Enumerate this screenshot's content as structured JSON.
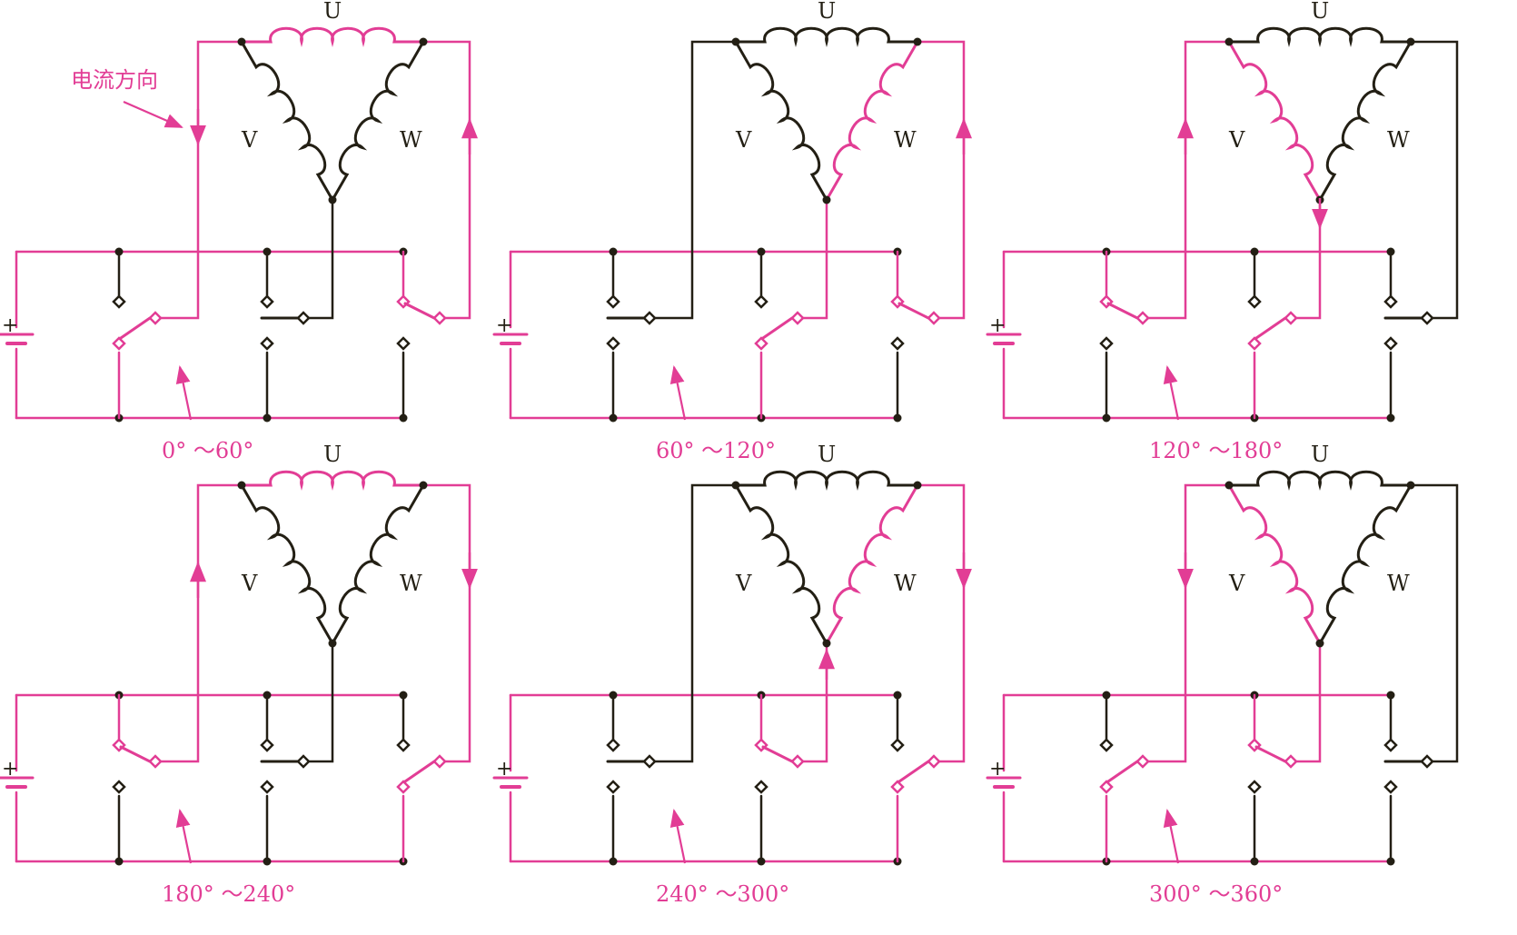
{
  "colors": {
    "active": "#e23d95",
    "inactive": "#231f14",
    "background": "#ffffff"
  },
  "annotation": "电流方向",
  "battery_symbol": "+",
  "panels": [
    {
      "phase": "0° ～60°",
      "labels": {
        "u": "U",
        "v": "V",
        "w": "W"
      },
      "active_coils": [
        "U"
      ],
      "node_tap": {
        "u_left": "left_rail",
        "u_right": "right_rail",
        "bottom": "middle"
      },
      "switches": {
        "sw_top": [
          "off",
          "off",
          "on"
        ],
        "sw_bottom": [
          "on",
          "off",
          "off"
        ]
      },
      "arrows": [
        {
          "rail": "left",
          "dir": "down"
        },
        {
          "rail": "right",
          "dir": "up"
        }
      ]
    },
    {
      "phase": "60° ～120°",
      "labels": {
        "u": "U",
        "v": "V",
        "w": "W"
      },
      "active_coils": [
        "W"
      ],
      "node_tap": {
        "u_left": "left_rail",
        "u_right": "right_rail",
        "bottom": "middle"
      },
      "switches": {
        "sw_top": [
          "off",
          "off",
          "on"
        ],
        "sw_bottom": [
          "off",
          "on",
          "off"
        ]
      },
      "arrows": [
        {
          "rail": "right",
          "dir": "up"
        }
      ]
    },
    {
      "phase": "120° ～180°",
      "labels": {
        "u": "U",
        "v": "V",
        "w": "W"
      },
      "active_coils": [
        "V"
      ],
      "node_tap": {
        "u_left": "left_rail",
        "u_right": "right_rail",
        "bottom": "middle"
      },
      "switches": {
        "sw_top": [
          "on",
          "off",
          "off"
        ],
        "sw_bottom": [
          "off",
          "on",
          "off"
        ]
      },
      "arrows": [
        {
          "rail": "left",
          "dir": "up"
        },
        {
          "rail": "middle",
          "dir": "down"
        }
      ]
    },
    {
      "phase": "180° ～240°",
      "labels": {
        "u": "U",
        "v": "V",
        "w": "W"
      },
      "active_coils": [
        "U"
      ],
      "node_tap": {
        "u_left": "left_rail",
        "u_right": "right_rail",
        "bottom": "middle"
      },
      "switches": {
        "sw_top": [
          "on",
          "off",
          "off"
        ],
        "sw_bottom": [
          "off",
          "off",
          "on"
        ]
      },
      "arrows": [
        {
          "rail": "left",
          "dir": "up"
        },
        {
          "rail": "right",
          "dir": "down"
        }
      ]
    },
    {
      "phase": "240° ～300°",
      "labels": {
        "u": "U",
        "v": "V",
        "w": "W"
      },
      "active_coils": [
        "W"
      ],
      "node_tap": {
        "u_left": "left_rail",
        "u_right": "right_rail",
        "bottom": "middle"
      },
      "switches": {
        "sw_top": [
          "off",
          "on",
          "off"
        ],
        "sw_bottom": [
          "off",
          "off",
          "on"
        ]
      },
      "arrows": [
        {
          "rail": "right",
          "dir": "down"
        },
        {
          "rail": "middle",
          "dir": "up"
        }
      ]
    },
    {
      "phase": "300° ～360°",
      "labels": {
        "u": "U",
        "v": "V",
        "w": "W"
      },
      "active_coils": [
        "V"
      ],
      "node_tap": {
        "u_left": "left_rail",
        "u_right": "right_rail",
        "bottom": "middle"
      },
      "switches": {
        "sw_top": [
          "off",
          "on",
          "off"
        ],
        "sw_bottom": [
          "on",
          "off",
          "off"
        ]
      },
      "arrows": [
        {
          "rail": "left",
          "dir": "down"
        }
      ]
    }
  ]
}
